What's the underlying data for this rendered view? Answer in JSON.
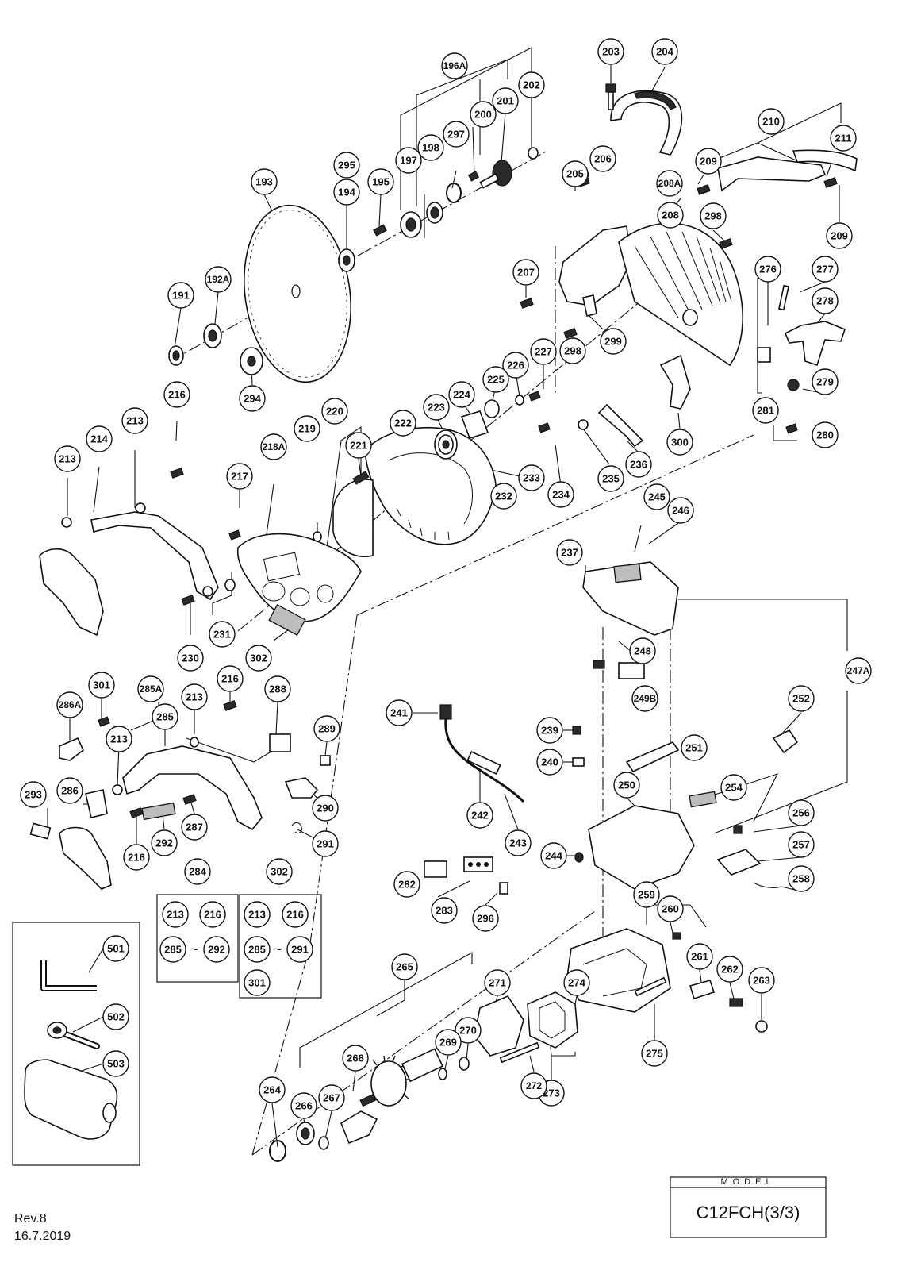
{
  "model": {
    "label": "MODEL",
    "value": "C12FCH(3/3)"
  },
  "revision": {
    "rev": "Rev.8",
    "date": "16.7.2019"
  },
  "kit_boxes": {
    "kit_284": {
      "title": "284",
      "row1": [
        "213",
        "216"
      ],
      "range": [
        "285",
        "292"
      ],
      "tilde": "~"
    },
    "kit_302": {
      "title": "302",
      "row1": [
        "213",
        "216"
      ],
      "range": [
        "285",
        "291"
      ],
      "extra": "301",
      "tilde": "~"
    }
  },
  "callouts": {
    "p191": "191",
    "p192A": "192A",
    "p193": "193",
    "p194": "194",
    "p195": "195",
    "p196A": "196A",
    "p197": "197",
    "p198": "198",
    "p200": "200",
    "p201": "201",
    "p202": "202",
    "p203": "203",
    "p204": "204",
    "p205": "205",
    "p206": "206",
    "p207": "207",
    "p208": "208",
    "p208A": "208A",
    "p209a": "209",
    "p209b": "209",
    "p210": "210",
    "p211": "211",
    "p213a": "213",
    "p213b": "213",
    "p213c": "213",
    "p213d": "213",
    "p214": "214",
    "p216a": "216",
    "p216b": "216",
    "p216c": "216",
    "p217": "217",
    "p218A": "218A",
    "p219": "219",
    "p220": "220",
    "p221": "221",
    "p222": "222",
    "p223": "223",
    "p224": "224",
    "p225": "225",
    "p226": "226",
    "p227": "227",
    "p230": "230",
    "p231": "231",
    "p232": "232",
    "p233": "233",
    "p234": "234",
    "p235": "235",
    "p236": "236",
    "p237": "237",
    "p239": "239",
    "p240": "240",
    "p241": "241",
    "p242": "242",
    "p243": "243",
    "p244": "244",
    "p245": "245",
    "p246": "246",
    "p247A": "247A",
    "p248": "248",
    "p249B": "249B",
    "p250": "250",
    "p251": "251",
    "p252": "252",
    "p254": "254",
    "p256": "256",
    "p257": "257",
    "p258": "258",
    "p259": "259",
    "p260": "260",
    "p261": "261",
    "p262": "262",
    "p263": "263",
    "p264": "264",
    "p265": "265",
    "p266": "266",
    "p267": "267",
    "p268": "268",
    "p269": "269",
    "p270": "270",
    "p271": "271",
    "p272": "272",
    "p273": "273",
    "p274": "274",
    "p275": "275",
    "p276": "276",
    "p277": "277",
    "p278": "278",
    "p279": "279",
    "p280": "280",
    "p281": "281",
    "p282": "282",
    "p283": "283",
    "p285": "285",
    "p285A": "285A",
    "p286": "286",
    "p286A": "286A",
    "p287": "287",
    "p288": "288",
    "p289": "289",
    "p290": "290",
    "p291": "291",
    "p292": "292",
    "p293": "293",
    "p294": "294",
    "p295": "295",
    "p296": "296",
    "p297": "297",
    "p298a": "298",
    "p298b": "298",
    "p299": "299",
    "p300": "300",
    "p301": "301",
    "p302": "302",
    "p501": "501",
    "p502": "502",
    "p503": "503"
  }
}
